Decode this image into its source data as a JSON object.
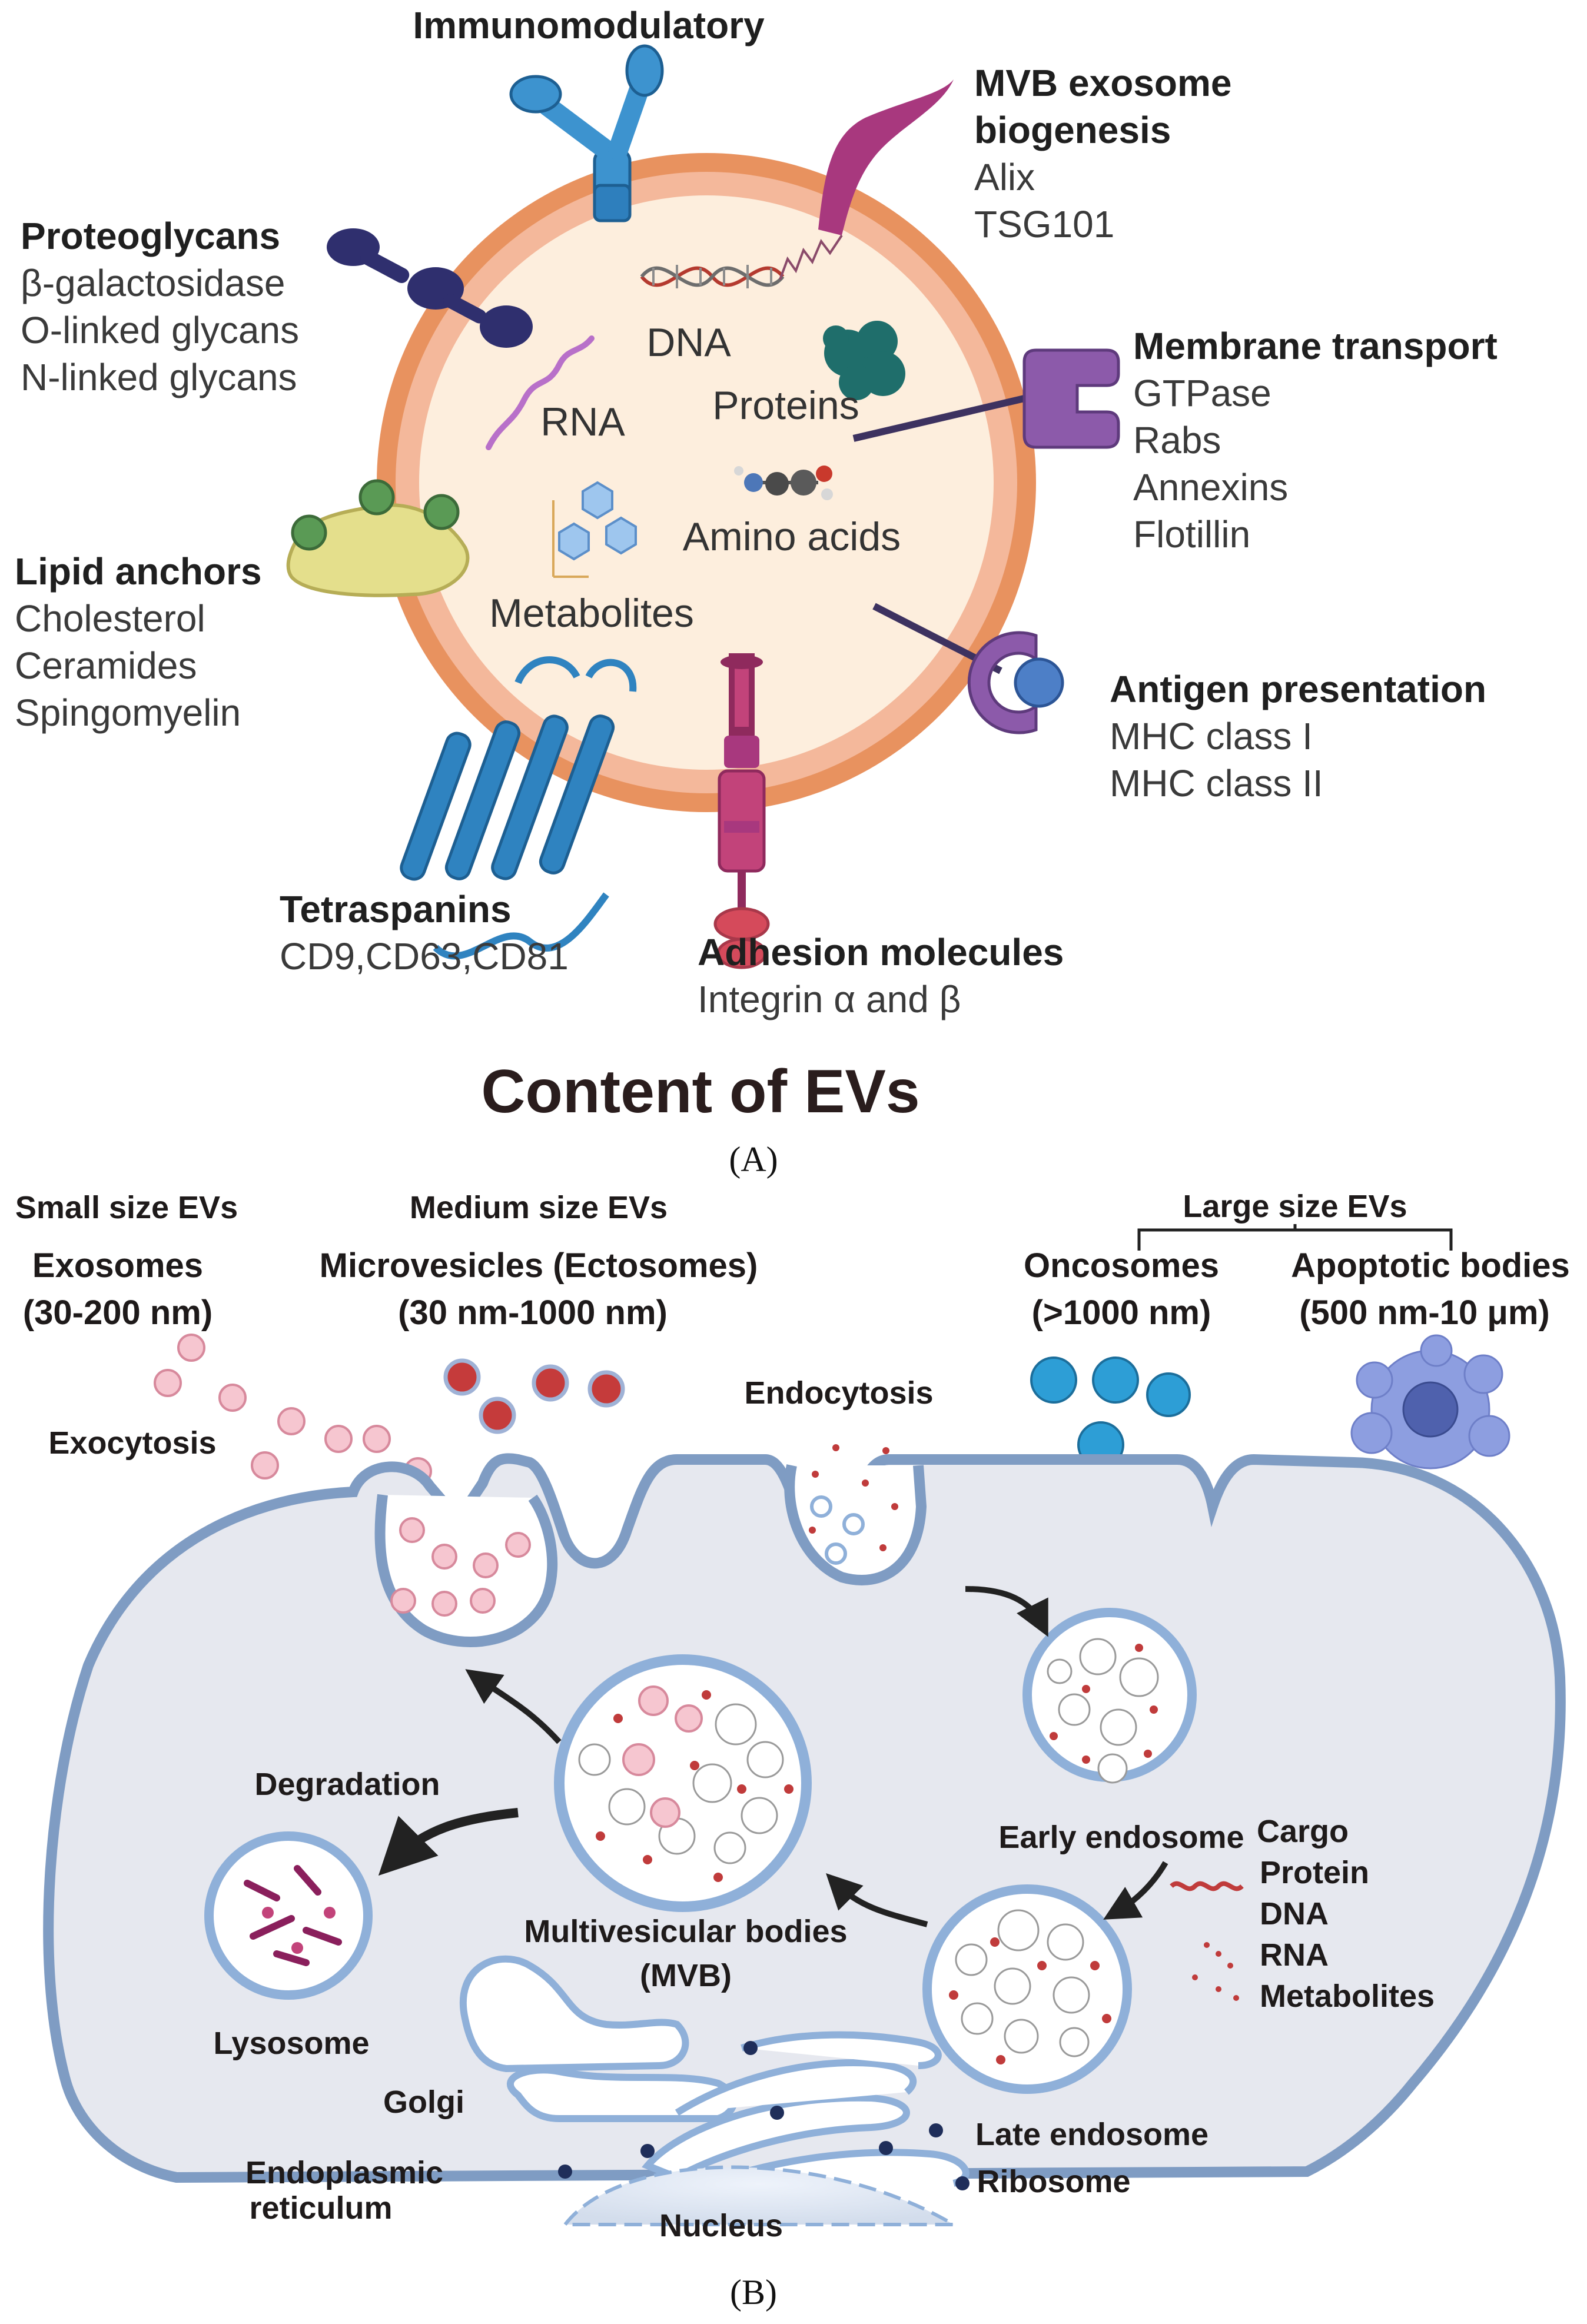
{
  "panel_a": {
    "title": "Content of EVs",
    "panel_label": "(A)",
    "inside": {
      "dna": "DNA",
      "rna": "RNA",
      "proteins": "Proteins",
      "amino_acids": "Amino acids",
      "metabolites": "Metabolites"
    },
    "groups": {
      "immunomodulatory": {
        "title": "Immunomodulatory"
      },
      "mvb": {
        "title1": "MVB exosome",
        "title2": "biogenesis",
        "items": [
          "Alix",
          "TSG101"
        ]
      },
      "proteoglycans": {
        "title": "Proteoglycans",
        "items": [
          "β-galactosidase",
          "O-linked glycans",
          "N-linked glycans"
        ]
      },
      "membrane_transport": {
        "title": "Membrane transport",
        "items": [
          "GTPase",
          "Rabs",
          "Annexins",
          "Flotillin"
        ]
      },
      "lipid_anchors": {
        "title": "Lipid anchors",
        "items": [
          "Cholesterol",
          "Ceramides",
          "Spingomyelin"
        ]
      },
      "antigen": {
        "title": "Antigen presentation",
        "items": [
          "MHC class I",
          "MHC class II"
        ]
      },
      "tetraspanins": {
        "title": "Tetraspanins",
        "items": [
          "CD9,CD63,CD81"
        ]
      },
      "adhesion": {
        "title": "Adhesion molecules",
        "items": [
          "Integrin α and β"
        ]
      }
    }
  },
  "panel_b": {
    "panel_label": "(B)",
    "top": {
      "small_size": "Small size EVs",
      "exosomes": "Exosomes",
      "exosomes_size": "(30-200 nm)",
      "medium_size": "Medium size EVs",
      "microvesicles": "Microvesicles (Ectosomes)",
      "microvesicles_size": "(30 nm-1000 nm)",
      "large_size": "Large size EVs",
      "oncosomes": "Oncosomes",
      "oncosomes_size": "(>1000  nm)",
      "apoptotic": "Apoptotic bodies",
      "apoptotic_size": "(500 nm-10 μm)"
    },
    "labels": {
      "exocytosis": "Exocytosis",
      "endocytosis": "Endocytosis",
      "degradation": "Degradation",
      "lysosome": "Lysosome",
      "mvb1": "Multivesicular bodies",
      "mvb2": "(MVB)",
      "early_endosome": "Early endosome",
      "late_endosome": "Late endosome",
      "golgi": "Golgi",
      "er1": "Endoplasmic",
      "er2": "reticulum",
      "nucleus": "Nucleus",
      "ribosome": "Ribosome"
    },
    "cargo": [
      "Cargo",
      "Protein",
      "DNA",
      "RNA",
      "Metabolites"
    ]
  },
  "colors": {
    "membrane_outer": "#e8925f",
    "membrane_inner": "#f3b79a",
    "vesicle_lumen": "#fdeedd",
    "cell_fill": "#e6e8ef",
    "cell_outline": "#7f9cc3",
    "text_dark": "#1f1f1f"
  }
}
